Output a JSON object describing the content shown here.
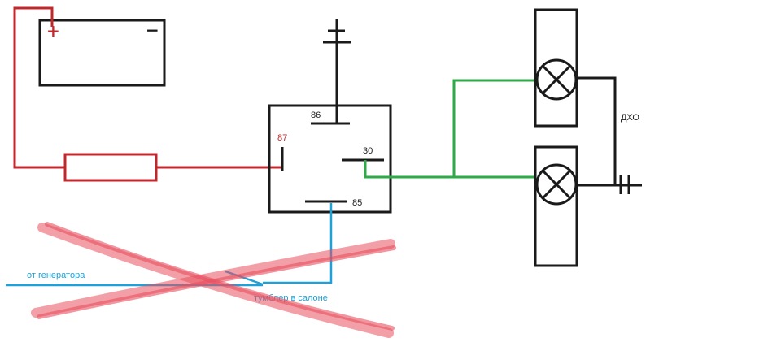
{
  "battery": {
    "plus": "+",
    "minus": "−"
  },
  "relay": {
    "pin_86": "86",
    "pin_87": "87",
    "pin_30": "30",
    "pin_85": "85"
  },
  "lamps": {
    "label": "ДХО"
  },
  "blue_labels": {
    "generator": "от генератора",
    "switch": "тумблер в салоне"
  },
  "colors": {
    "outline": "#1a1a1a",
    "power_wire": "#c0282d",
    "lamp_wire": "#2eaa48",
    "control_wire": "#1ea0d8",
    "cross_out": "#e8505f"
  }
}
